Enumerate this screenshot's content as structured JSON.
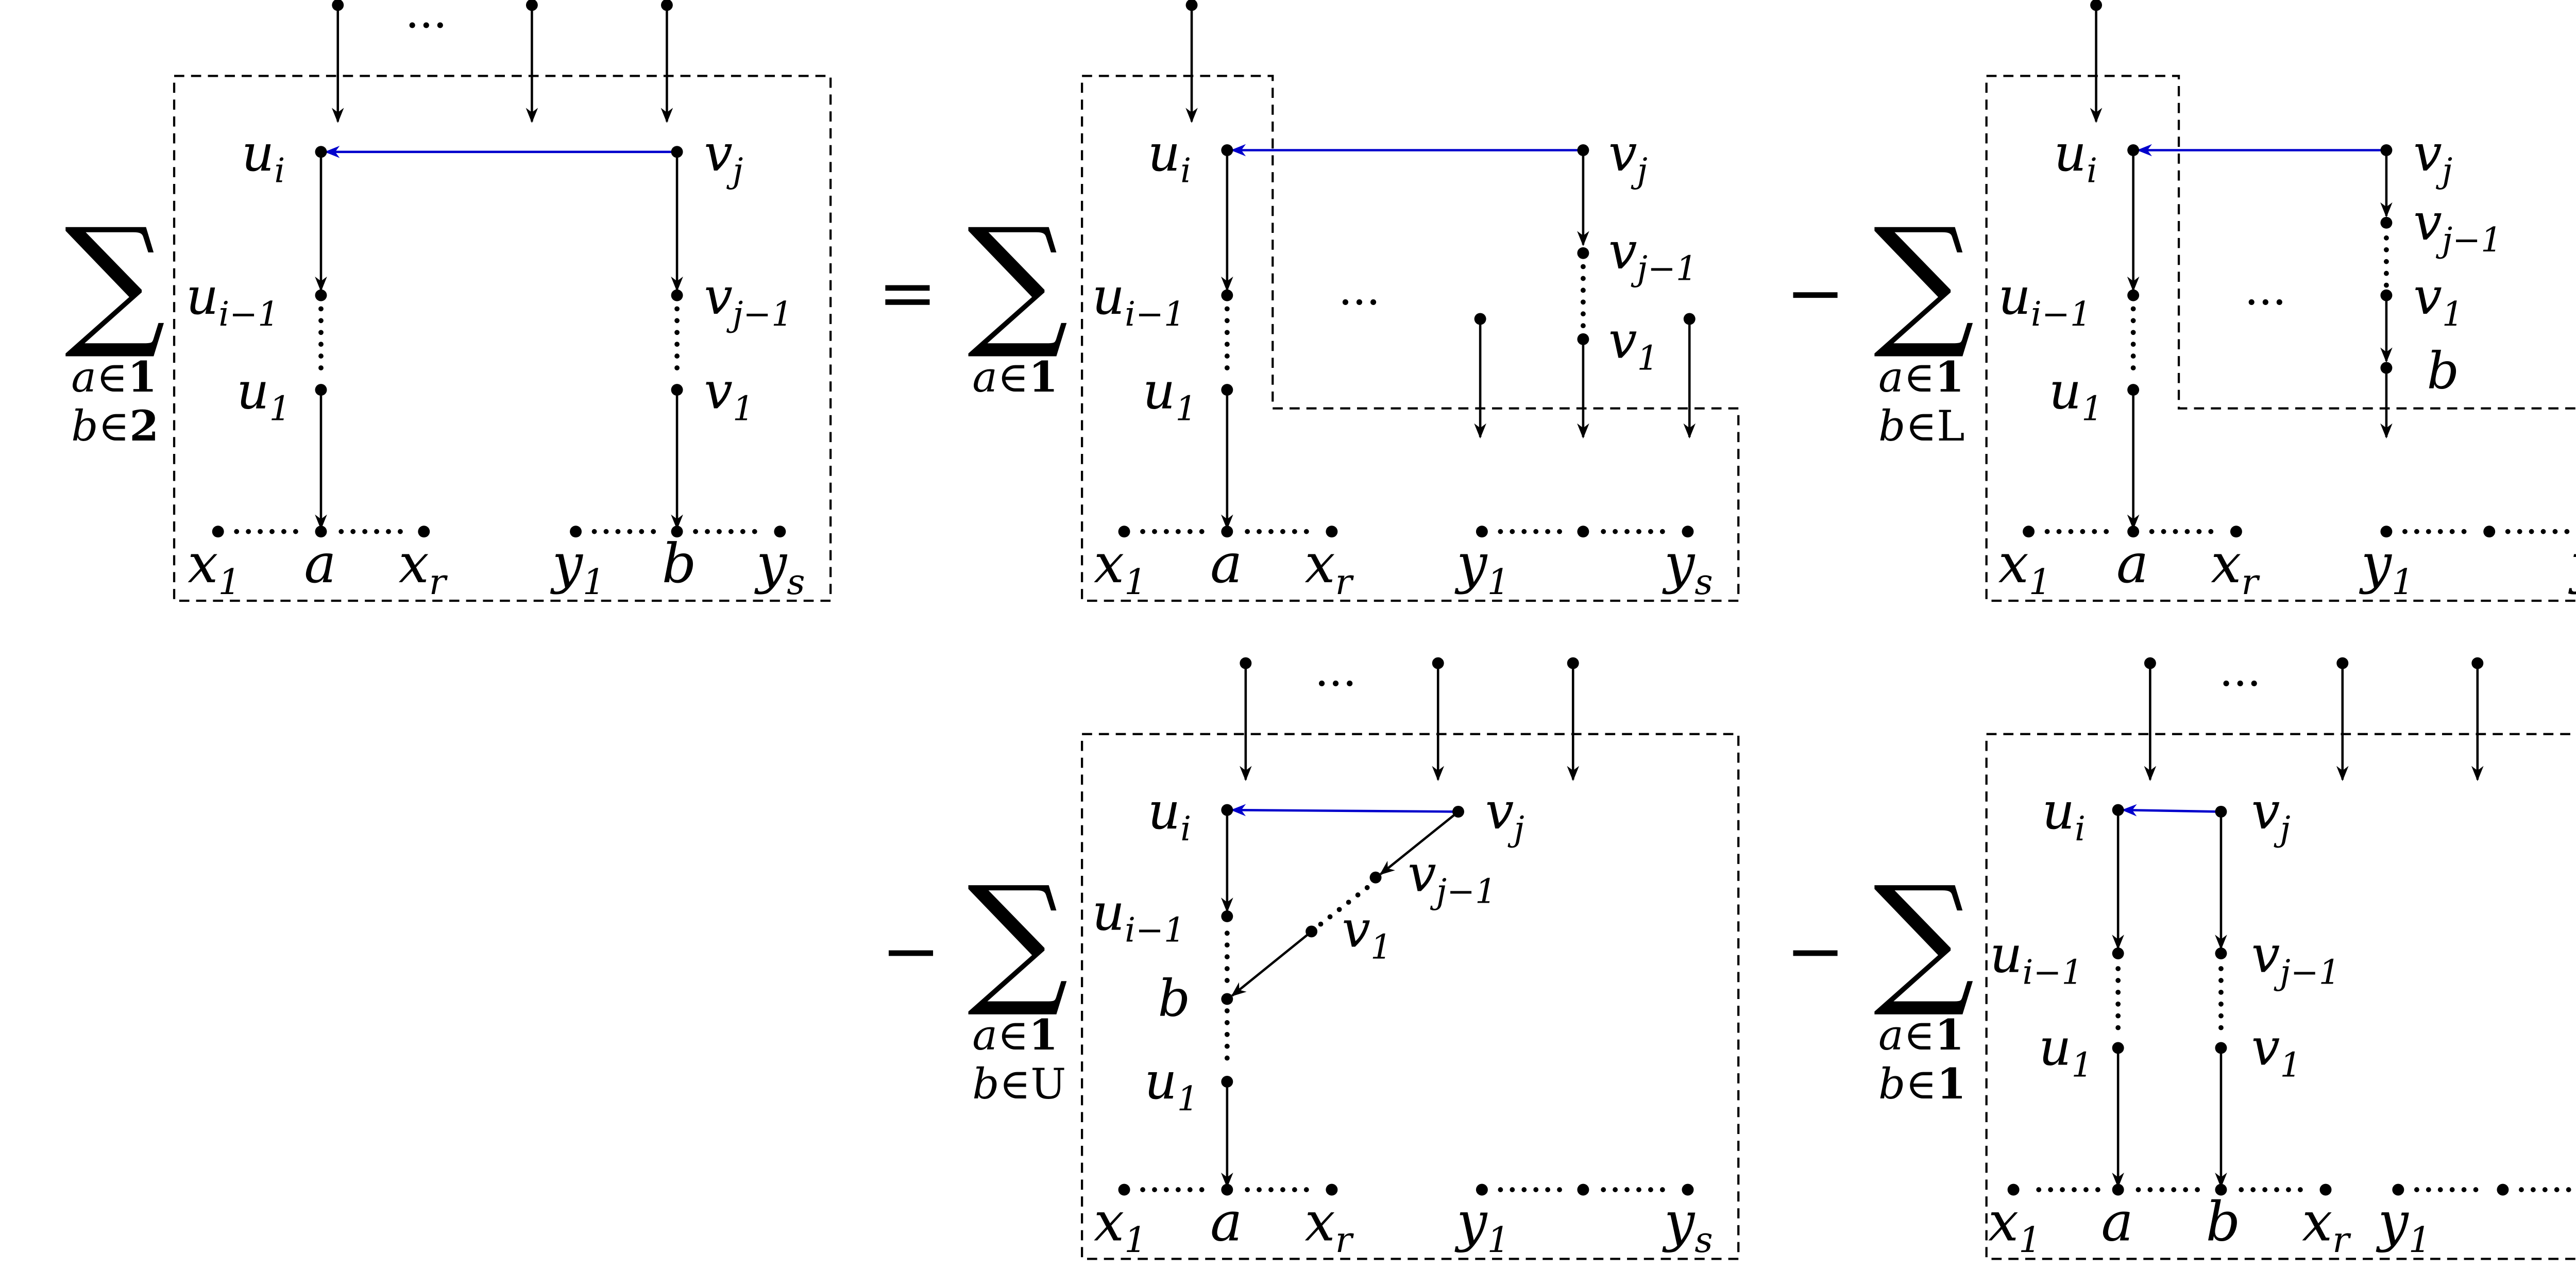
{
  "colors": {
    "ink": "#000000",
    "blue_edge": "#0000cc",
    "background": "#ffffff"
  },
  "symbols": {
    "sum": "∑",
    "equals": "=",
    "minus": "−",
    "dots": "···"
  },
  "vertices": {
    "u_i": "u",
    "u_i_sub": "i",
    "u_im1": "u",
    "u_im1_sub": "i−1",
    "u_1": "u",
    "u_1_sub": "1",
    "v_j": "v",
    "v_j_sub": "j",
    "v_jm1": "v",
    "v_jm1_sub": "j−1",
    "v_1": "v",
    "v_1_sub": "1",
    "a": "a",
    "b": "b",
    "x_1": "x",
    "x_1_sub": "1",
    "x_r": "x",
    "x_r_sub": "r",
    "y_1": "y",
    "y_1_sub": "1",
    "y_s": "y",
    "y_s_sub": "s"
  },
  "sums": [
    {
      "var1": "a",
      "in1": "∈",
      "set1": "1",
      "var2": "b",
      "in2": "∈",
      "set2": "2"
    },
    {
      "var1": "a",
      "in1": "∈",
      "set1": "1"
    },
    {
      "var1": "a",
      "in1": "∈",
      "set1": "1",
      "var2": "b",
      "in2": "∈",
      "set2": "L"
    },
    {
      "var1": "a",
      "in1": "∈",
      "set1": "1",
      "var2": "b",
      "in2": "∈",
      "set2": "U"
    },
    {
      "var1": "a",
      "in1": "∈",
      "set1": "1",
      "var2": "b",
      "in2": "∈",
      "set2": "1"
    }
  ]
}
